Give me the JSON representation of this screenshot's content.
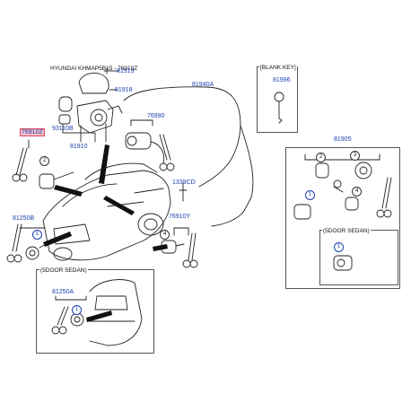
{
  "header": {
    "caption": "HYUNDAI KHMAP5B15 - 76910Z"
  },
  "labels": {
    "p81919": "81919",
    "p81918": "81918",
    "p81940A": "81940A",
    "p76990": "76990",
    "p76910Z": "76910Z",
    "p93110B": "93110B",
    "p81910": "81910",
    "p1339CD": "1339CD",
    "p81250B": "81250B",
    "p76910Y": "76910Y",
    "p81905": "81905",
    "p81996": "81996",
    "p81250A": "81250A"
  },
  "boxes": {
    "blank_key": "[BLANK KEY]",
    "door_sedan_right": "(5DOOR SEDAN)",
    "door_sedan_bottom": "(5DOOR SEDAN)"
  },
  "callouts": {
    "c1a": "1",
    "c1b": "1",
    "c1c": "1",
    "c1d": "1",
    "c2a": "2",
    "c2b": "2",
    "c3": "3",
    "c4a": "4",
    "c4b": "4"
  }
}
